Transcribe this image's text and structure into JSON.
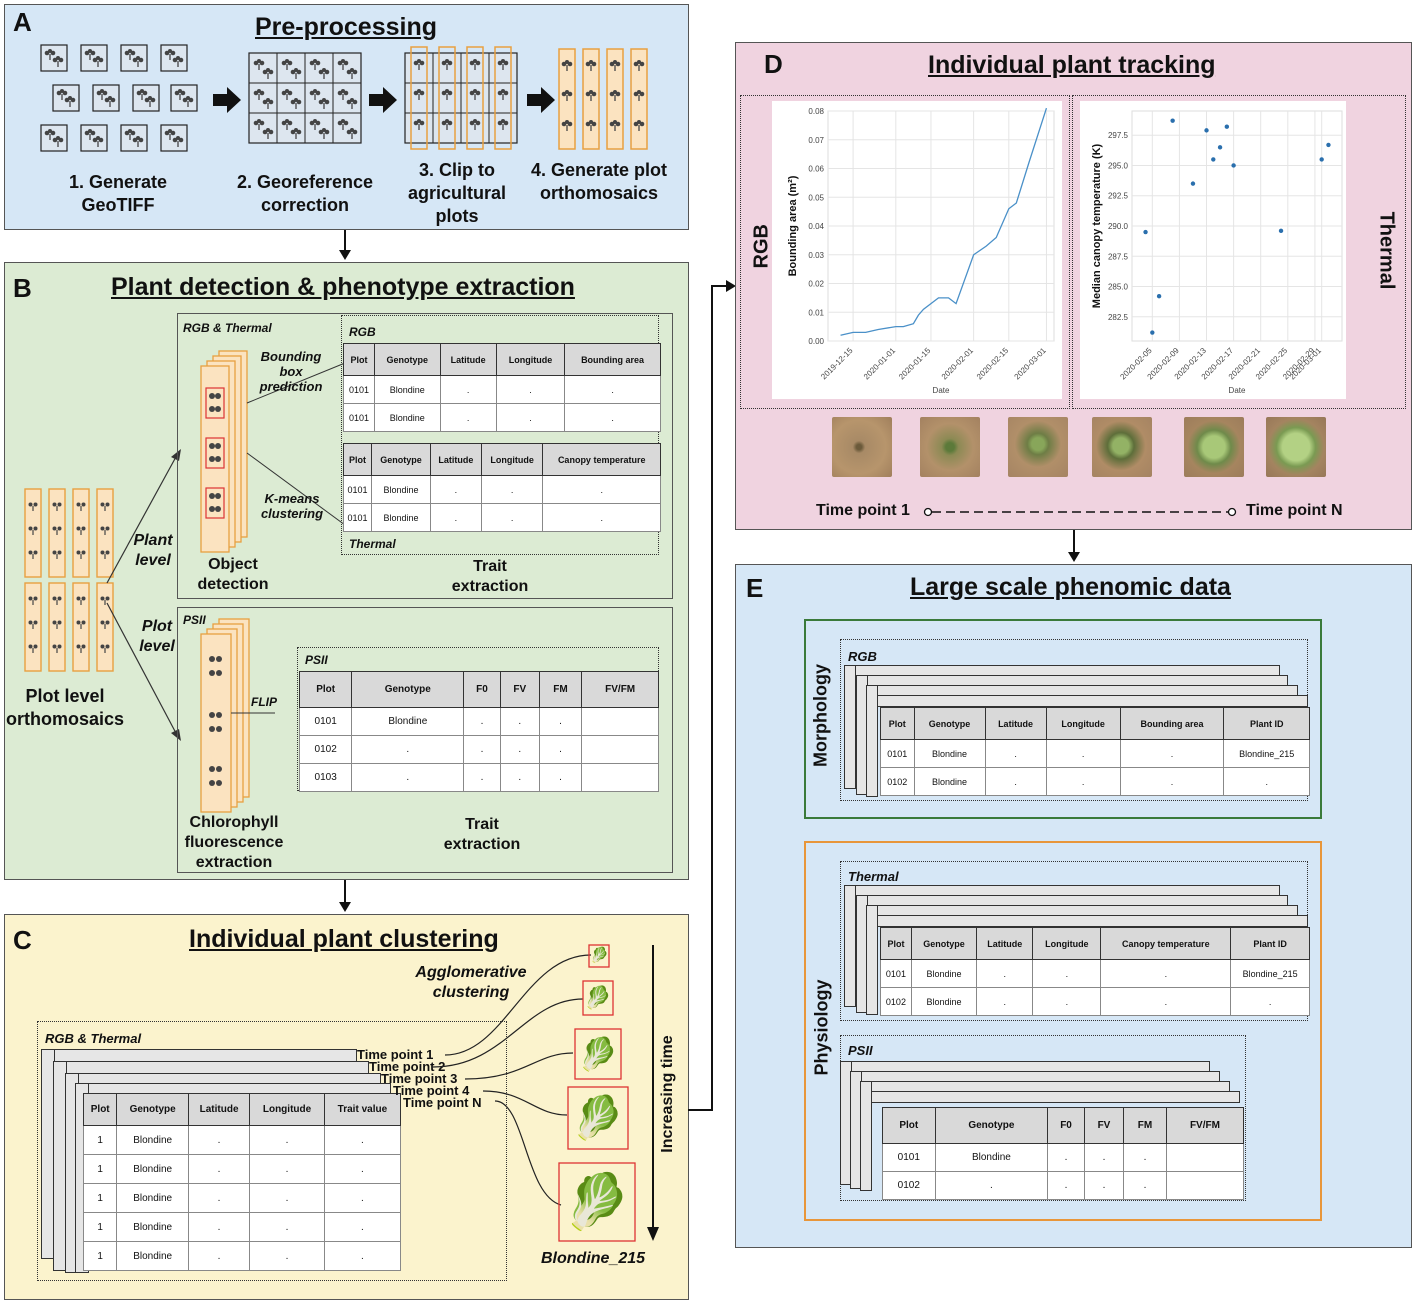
{
  "panelA": {
    "letter": "A",
    "title": "Pre-processing",
    "steps": [
      "1. Generate GeoTIFF",
      "2. Georeference correction",
      "3. Clip to agricultural plots",
      "4. Generate plot orthomosaics"
    ]
  },
  "panelB": {
    "letter": "B",
    "title": "Plant detection & phenotype extraction",
    "plot_level_orthomosaics": "Plot level orthomosaics",
    "plant_level": "Plant level",
    "plot_level": "Plot level",
    "rgb_thermal": "RGB & Thermal",
    "bbox_prediction": "Bounding box prediction",
    "kmeans": "K-means clustering",
    "object_detection": "Object detection",
    "trait_extraction": "Trait extraction",
    "psii": "PSII",
    "flip": "FLIP",
    "chlorophyll": "Chlorophyll fluorescence extraction",
    "trait_extraction2": "Trait extraction",
    "rgb_table": {
      "label": "RGB",
      "headers": [
        "Plot",
        "Genotype",
        "Latitude",
        "Longitude",
        "Bounding area"
      ],
      "rows": [
        [
          "0101",
          "Blondine",
          ".",
          ".",
          "."
        ],
        [
          "0101",
          "Blondine",
          ".",
          ".",
          "."
        ]
      ]
    },
    "thermal_table": {
      "label": "Thermal",
      "headers": [
        "Plot",
        "Genotype",
        "Latitude",
        "Longitude",
        "Canopy temperature"
      ],
      "rows": [
        [
          "0101",
          "Blondine",
          ".",
          ".",
          "."
        ],
        [
          "0101",
          "Blondine",
          ".",
          ".",
          "."
        ]
      ]
    },
    "psii_table": {
      "label": "PSII",
      "headers": [
        "Plot",
        "Genotype",
        "F0",
        "FV",
        "FM",
        "FV/FM"
      ],
      "rows": [
        [
          "0101",
          "Blondine",
          ".",
          ".",
          ".",
          ""
        ],
        [
          "0102",
          ".",
          ".",
          ".",
          ".",
          ""
        ],
        [
          "0103",
          ".",
          ".",
          ".",
          ".",
          ""
        ]
      ]
    }
  },
  "panelC": {
    "letter": "C",
    "title": "Individual plant clustering",
    "agglomerative": "Agglomerative clustering",
    "rgb_thermal": "RGB & Thermal",
    "time_points": [
      "Time point 1",
      "Time point 2",
      "Time point 3",
      "Time point 4",
      "Time point N"
    ],
    "increasing_time": "Increasing time",
    "plant_id": "Blondine_215",
    "table": {
      "headers": [
        "Plot",
        "Genotype",
        "Latitude",
        "Longitude",
        "Trait value"
      ],
      "rows": [
        [
          "1",
          "Blondine",
          ".",
          ".",
          "."
        ],
        [
          "1",
          "Blondine",
          ".",
          ".",
          "."
        ],
        [
          "1",
          "Blondine",
          ".",
          ".",
          "."
        ],
        [
          "1",
          "Blondine",
          ".",
          ".",
          "."
        ],
        [
          "1",
          "Blondine",
          ".",
          ".",
          "."
        ]
      ]
    }
  },
  "panelD": {
    "letter": "D",
    "title": "Individual plant tracking",
    "rgb": "RGB",
    "thermal": "Thermal",
    "time_point_1": "Time point 1",
    "time_point_n": "Time point N"
  },
  "panelE": {
    "letter": "E",
    "title": "Large scale phenomic data",
    "morphology": "Morphology",
    "physiology": "Physiology",
    "rgb_table": {
      "label": "RGB",
      "headers": [
        "Plot",
        "Genotype",
        "Latitude",
        "Longitude",
        "Bounding area",
        "Plant ID"
      ],
      "rows": [
        [
          "0101",
          "Blondine",
          ".",
          ".",
          ".",
          "Blondine_215"
        ],
        [
          "0102",
          "Blondine",
          ".",
          ".",
          ".",
          "."
        ]
      ]
    },
    "thermal_table": {
      "label": "Thermal",
      "headers": [
        "Plot",
        "Genotype",
        "Latitude",
        "Longitude",
        "Canopy temperature",
        "Plant ID"
      ],
      "rows": [
        [
          "0101",
          "Blondine",
          ".",
          ".",
          ".",
          "Blondine_215"
        ],
        [
          "0102",
          "Blondine",
          ".",
          ".",
          ".",
          "."
        ]
      ]
    },
    "psii_table": {
      "label": "PSII",
      "headers": [
        "Plot",
        "Genotype",
        "F0",
        "FV",
        "FM",
        "FV/FM"
      ],
      "rows": [
        [
          "0101",
          "Blondine",
          ".",
          ".",
          ".",
          ""
        ],
        [
          "0102",
          ".",
          ".",
          ".",
          ".",
          ""
        ]
      ]
    }
  },
  "chart_data": [
    {
      "type": "line",
      "title": "",
      "xlabel": "Date",
      "ylabel": "Bounding area (m²)",
      "x_ticks": [
        "2019-12-15",
        "2020-01-01",
        "2020-01-15",
        "2020-02-01",
        "2020-02-15",
        "2020-03-01"
      ],
      "y_ticks": [
        "0.00",
        "0.01",
        "0.02",
        "0.03",
        "0.04",
        "0.05",
        "0.06",
        "0.07",
        "0.08"
      ],
      "ylim": [
        0,
        0.08
      ],
      "x": [
        "2019-12-10",
        "2019-12-15",
        "2019-12-20",
        "2019-12-25",
        "2020-01-01",
        "2020-01-04",
        "2020-01-08",
        "2020-01-10",
        "2020-01-12",
        "2020-01-18",
        "2020-01-22",
        "2020-01-25",
        "2020-02-01",
        "2020-02-06",
        "2020-02-10",
        "2020-02-15",
        "2020-02-18",
        "2020-02-23",
        "2020-03-01"
      ],
      "values": [
        0.002,
        0.003,
        0.003,
        0.004,
        0.005,
        0.005,
        0.006,
        0.009,
        0.011,
        0.015,
        0.015,
        0.013,
        0.03,
        0.033,
        0.036,
        0.046,
        0.048,
        0.062,
        0.081
      ],
      "color": "#4a90c8",
      "grid": true
    },
    {
      "type": "scatter",
      "title": "",
      "xlabel": "Date",
      "ylabel": "Median canopy temperature (K)",
      "x_ticks": [
        "2020-02-05",
        "2020-02-09",
        "2020-02-13",
        "2020-02-17",
        "2020-02-21",
        "2020-02-25",
        "2020-02-29",
        "2020-03-01"
      ],
      "y_ticks": [
        "282.5",
        "285.0",
        "287.5",
        "290.0",
        "292.5",
        "295.0",
        "297.5"
      ],
      "ylim": [
        280.5,
        299.5
      ],
      "x": [
        "2020-02-04",
        "2020-02-05",
        "2020-02-06",
        "2020-02-08",
        "2020-02-11",
        "2020-02-13",
        "2020-02-14",
        "2020-02-15",
        "2020-02-16",
        "2020-02-17",
        "2020-02-24",
        "2020-03-01",
        "2020-03-02"
      ],
      "values": [
        289.5,
        281.2,
        284.2,
        298.7,
        293.5,
        297.9,
        295.5,
        296.5,
        298.2,
        295.0,
        289.6,
        295.5,
        296.7
      ],
      "color": "#2a6fad",
      "grid": true
    }
  ]
}
